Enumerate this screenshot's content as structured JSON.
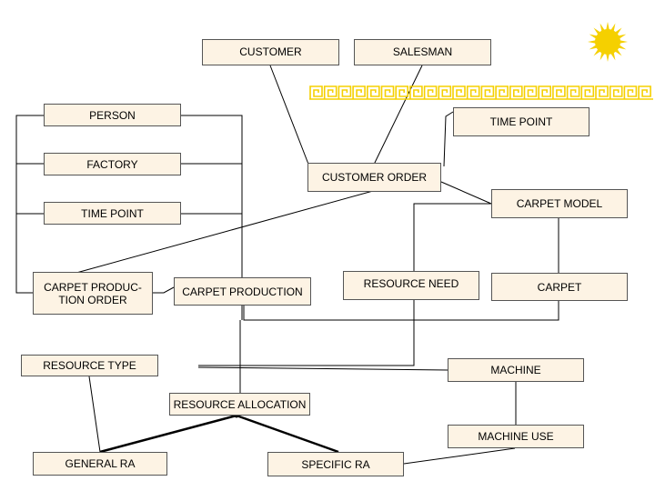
{
  "diagram": {
    "entities": {
      "customer": "CUSTOMER",
      "salesman": "SALESMAN",
      "person": "PERSON",
      "time_point_right": "TIME POINT",
      "factory": "FACTORY",
      "customer_order": "CUSTOMER ORDER",
      "carpet_model": "CARPET MODEL",
      "time_point_left": "TIME POINT",
      "carpet_production_order": "CARPET PRODUC-\nTION ORDER",
      "carpet_production": "CARPET PRODUCTION",
      "resource_need": "RESOURCE NEED",
      "carpet": "CARPET",
      "resource_type": "RESOURCE TYPE",
      "machine": "MACHINE",
      "resource_allocation": "RESOURCE ALLOCATION",
      "machine_use": "MACHINE USE",
      "general_ra": "GENERAL RA",
      "specific_ra": "SPECIFIC RA"
    },
    "colors": {
      "box_fill": "#fdf3e4",
      "box_border": "#555555",
      "line": "#000000",
      "decoration": "#f5d000"
    },
    "decorations": [
      "sun-icon",
      "greek-key-border"
    ]
  }
}
